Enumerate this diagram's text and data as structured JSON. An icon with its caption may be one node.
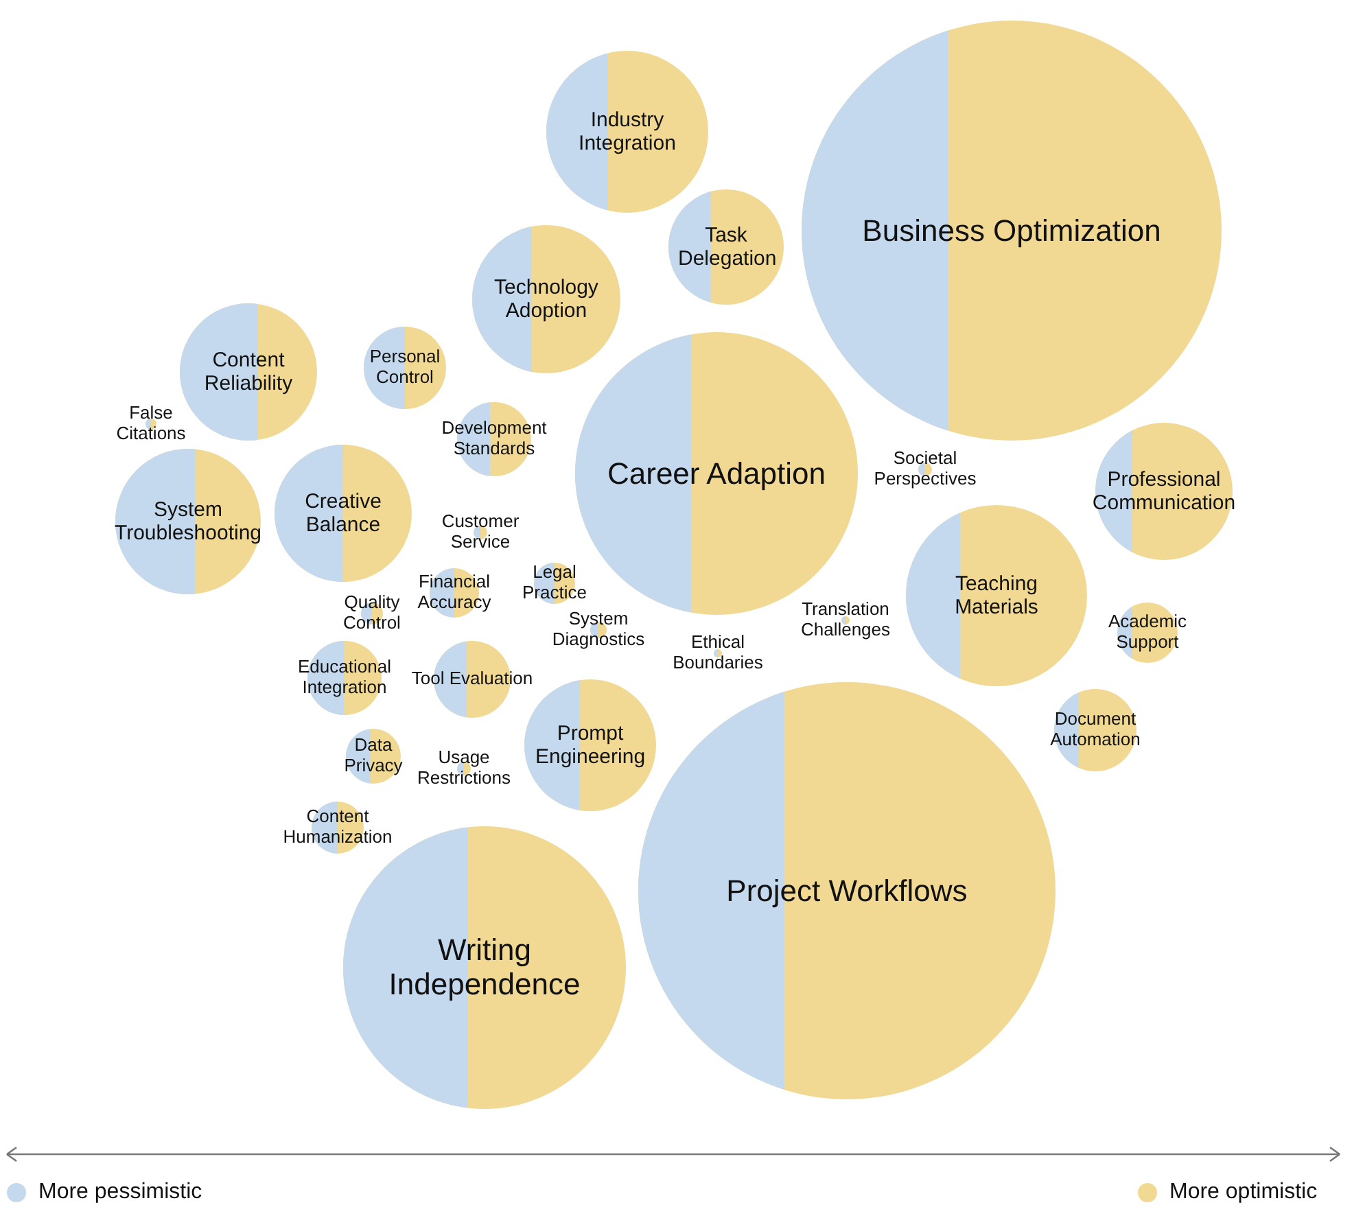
{
  "diagram": {
    "nodes": [
      {
        "text": [
          "Industry Integration"
        ]
      },
      {
        "text": [
          "Business Optimization"
        ]
      },
      {
        "text": [
          "Task Delegation"
        ]
      },
      {
        "text": [
          "Technology Adoption"
        ]
      },
      {
        "text": [
          "Content Reliability"
        ]
      },
      {
        "text": [
          "Personal Control"
        ]
      },
      {
        "text": [
          "False Citations"
        ]
      },
      {
        "text": [
          "Development Standards"
        ]
      },
      {
        "text": [
          "Career Adaption"
        ]
      },
      {
        "text": [
          "Societal Perspectives"
        ]
      },
      {
        "text": [
          "Professional Communication"
        ]
      },
      {
        "text": [
          "System Troubleshooting"
        ]
      },
      {
        "text": [
          "Creative Balance"
        ]
      },
      {
        "text": [
          "Customer Service"
        ]
      },
      {
        "text": [
          "Financial Accuracy"
        ]
      },
      {
        "text": [
          "Legal Practice"
        ]
      },
      {
        "text": [
          "Teaching Materials"
        ]
      },
      {
        "text": [
          "Quality Control"
        ]
      },
      {
        "text": [
          "System Diagnostics"
        ]
      },
      {
        "text": [
          "Ethical Boundaries"
        ]
      },
      {
        "text": [
          "Translation Challenges"
        ]
      },
      {
        "text": [
          "Academic Support"
        ]
      },
      {
        "text": [
          "Educational Integration"
        ]
      },
      {
        "text": [
          "Tool Evaluation"
        ]
      },
      {
        "text": [
          "Prompt Engineering"
        ]
      },
      {
        "text": [
          "Data Privacy"
        ]
      },
      {
        "text": [
          "Usage Restrictions"
        ]
      },
      {
        "text": [
          "Document Automation"
        ]
      },
      {
        "text": [
          "Content Humanization"
        ]
      },
      {
        "text": [
          "Project Workflows"
        ]
      },
      {
        "text": [
          "Writing Independence"
        ]
      }
    ],
    "legend": [
      {
        "text": "More pessimistic",
        "color": "#c5d9ee"
      },
      {
        "text": "More optimistic",
        "color": "#f2d993"
      }
    ]
  }
}
